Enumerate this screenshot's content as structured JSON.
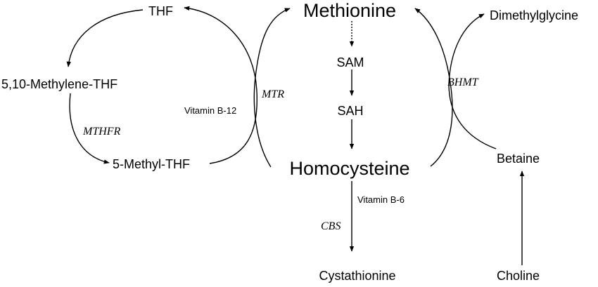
{
  "nodes": {
    "thf": "THF",
    "methylene_thf": "5,10-Methylene-THF",
    "methyl_thf": "5-Methyl-THF",
    "methionine": "Methionine",
    "sam": "SAM",
    "sah": "SAH",
    "homocysteine": "Homocysteine",
    "cystathionine": "Cystathionine",
    "dimethylglycine": "Dimethylglycine",
    "betaine": "Betaine",
    "choline": "Choline"
  },
  "enzymes": {
    "mthfr": "MTHFR",
    "mtr": "MTR",
    "bhmt": "BHMT",
    "cbs": "CBS"
  },
  "cofactors": {
    "b12": "Vitamin B-12",
    "b6": "Vitamin B-6"
  }
}
